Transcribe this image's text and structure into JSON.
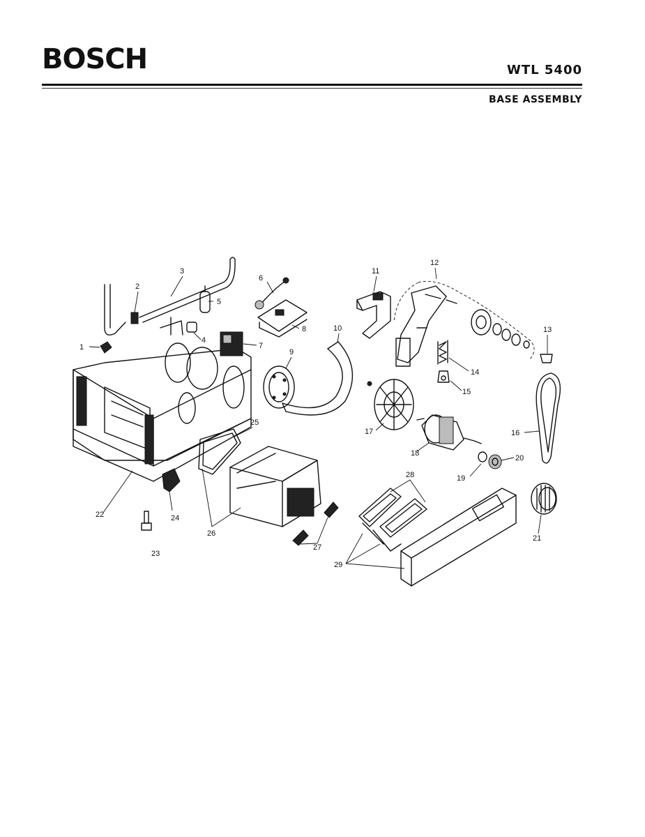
{
  "header": {
    "brand": "BOSCH",
    "model": "WTL 5400",
    "section": "BASE ASSEMBLY"
  },
  "callouts": {
    "c1": "1",
    "c2": "2",
    "c3": "3",
    "c4": "4",
    "c5": "5",
    "c6": "6",
    "c7": "7",
    "c8": "8",
    "c9": "9",
    "c10": "10",
    "c11": "11",
    "c12": "12",
    "c13": "13",
    "c14": "14",
    "c15": "15",
    "c16": "16",
    "c17": "17",
    "c18": "18",
    "c19": "19",
    "c20": "20",
    "c21": "21",
    "c22": "22",
    "c23": "23",
    "c24": "24",
    "c25": "25",
    "c26": "26",
    "c27": "27",
    "c28": "28",
    "c29": "29"
  }
}
